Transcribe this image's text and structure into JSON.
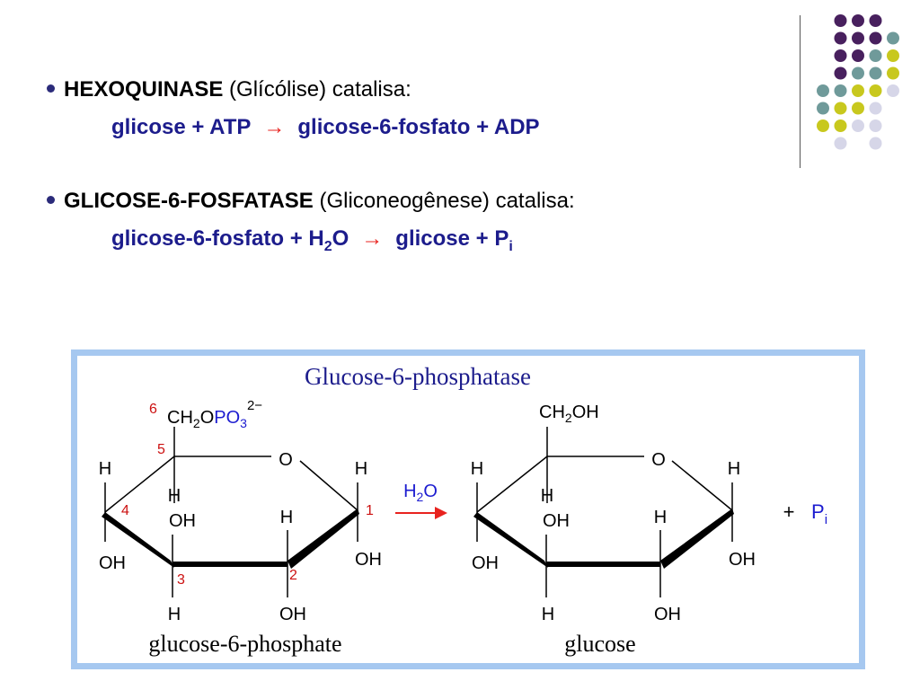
{
  "bullets": [
    {
      "enzyme": "HEXOQUINASE",
      "context": " (Glícólise) catalisa:",
      "equation": {
        "left": "glicose + ATP",
        "right": "glicose-6-fosfato + ADP"
      }
    },
    {
      "enzyme": "GLICOSE-6-FOSFATASE",
      "context": " (Gliconeogênese) catalisa:",
      "equation": {
        "left_a": "glicose-6-fosfato + H",
        "left_sub": "2",
        "left_b": "O",
        "right_a": "glicose + P",
        "right_sub": "i"
      }
    }
  ],
  "arrow_glyph": "→",
  "figure": {
    "title": "Glucose-6-phosphatase",
    "reagent_a": "H",
    "reagent_sub": "2",
    "reagent_b": "O",
    "plus": "+",
    "pi_a": "P",
    "pi_sub": "i",
    "left_caption": "glucose-6-phosphate",
    "right_caption": "glucose",
    "carbon_numbers": [
      "1",
      "2",
      "3",
      "4",
      "5",
      "6"
    ],
    "atoms": {
      "H": "H",
      "OH": "OH",
      "O": "O",
      "CH2": "CH",
      "sub2": "2",
      "OPO": "O",
      "PO3": "PO",
      "sub3": "3",
      "charge": "2−",
      "CH2OH_tail": "OH"
    }
  },
  "colors": {
    "purple": "#48205e",
    "teal": "#6f9a9a",
    "yellow": "#c8c81e",
    "lavender": "#d6d6e8",
    "equation_blue": "#1c1c8c",
    "arrow_red": "#e8231f",
    "frame_blue": "#a6c8f0",
    "number_red": "#cc1111"
  }
}
